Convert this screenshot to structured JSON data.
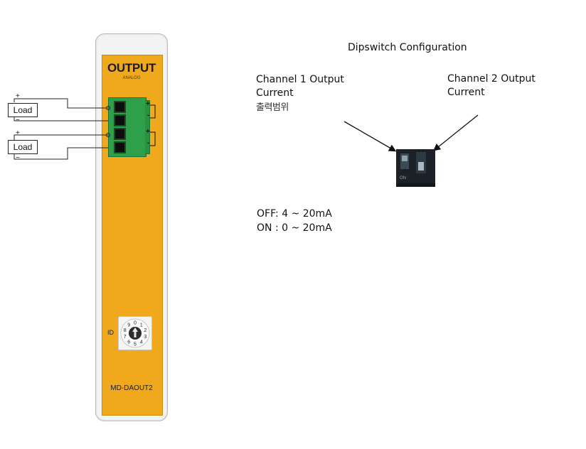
{
  "module": {
    "title": "OUTPUT",
    "subtitle": "ANALOG",
    "model": "MD-DAOUT2",
    "id_label": "ID",
    "terminal_plus_1": "+",
    "terminal_minus_1": "-",
    "terminal_plus_2": "+",
    "terminal_minus_2": "-"
  },
  "rotary_switch": {
    "digits": [
      "0",
      "1",
      "2",
      "3",
      "4",
      "5",
      "6",
      "7",
      "8",
      "9"
    ]
  },
  "loads": [
    {
      "label": "Load",
      "plus": "+",
      "minus": "−"
    },
    {
      "label": "Load",
      "plus": "+",
      "minus": "−"
    }
  ],
  "dipswitch": {
    "title": "Dipswitch Configuration",
    "channel1_label": "Channel 1 Output Current",
    "channel1_extra": "출력범위",
    "channel2_label": "Channel 2 Output Current",
    "switch_on_text": "ON",
    "mode_off": "OFF: 4 ~ 20mA",
    "mode_on": "ON : 0 ~ 20mA"
  },
  "colors": {
    "module_face": "#f0a81c",
    "terminal_block": "#2ea04a",
    "dip_body": "#1b2126"
  }
}
